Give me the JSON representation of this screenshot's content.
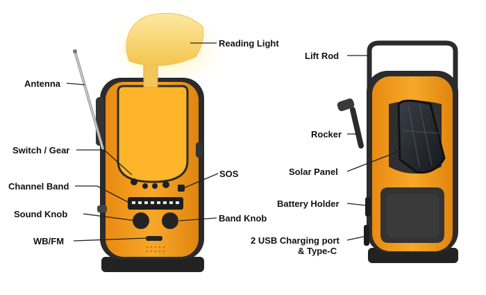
{
  "colors": {
    "body_orange": "#f39a1e",
    "body_black": "#2b2b2b",
    "lamp_yellow": "#f7d060",
    "leader_line": "#222222"
  },
  "labels": {
    "reading_light": "Reading Light",
    "antenna": "Antenna",
    "switch_gear": "Switch / Gear",
    "sos": "SOS",
    "channel_band": "Channel Band",
    "sound_knob": "Sound Knob",
    "band_knob": "Band Knob",
    "wb_fm": "WB/FM",
    "lift_rod": "Lift Rod",
    "rocker": "Rocker",
    "solar_panel": "Solar Panel",
    "battery_holder": "Battery Holder",
    "usb_line1": "2 USB Charging port",
    "usb_line2": "& Type-C"
  }
}
